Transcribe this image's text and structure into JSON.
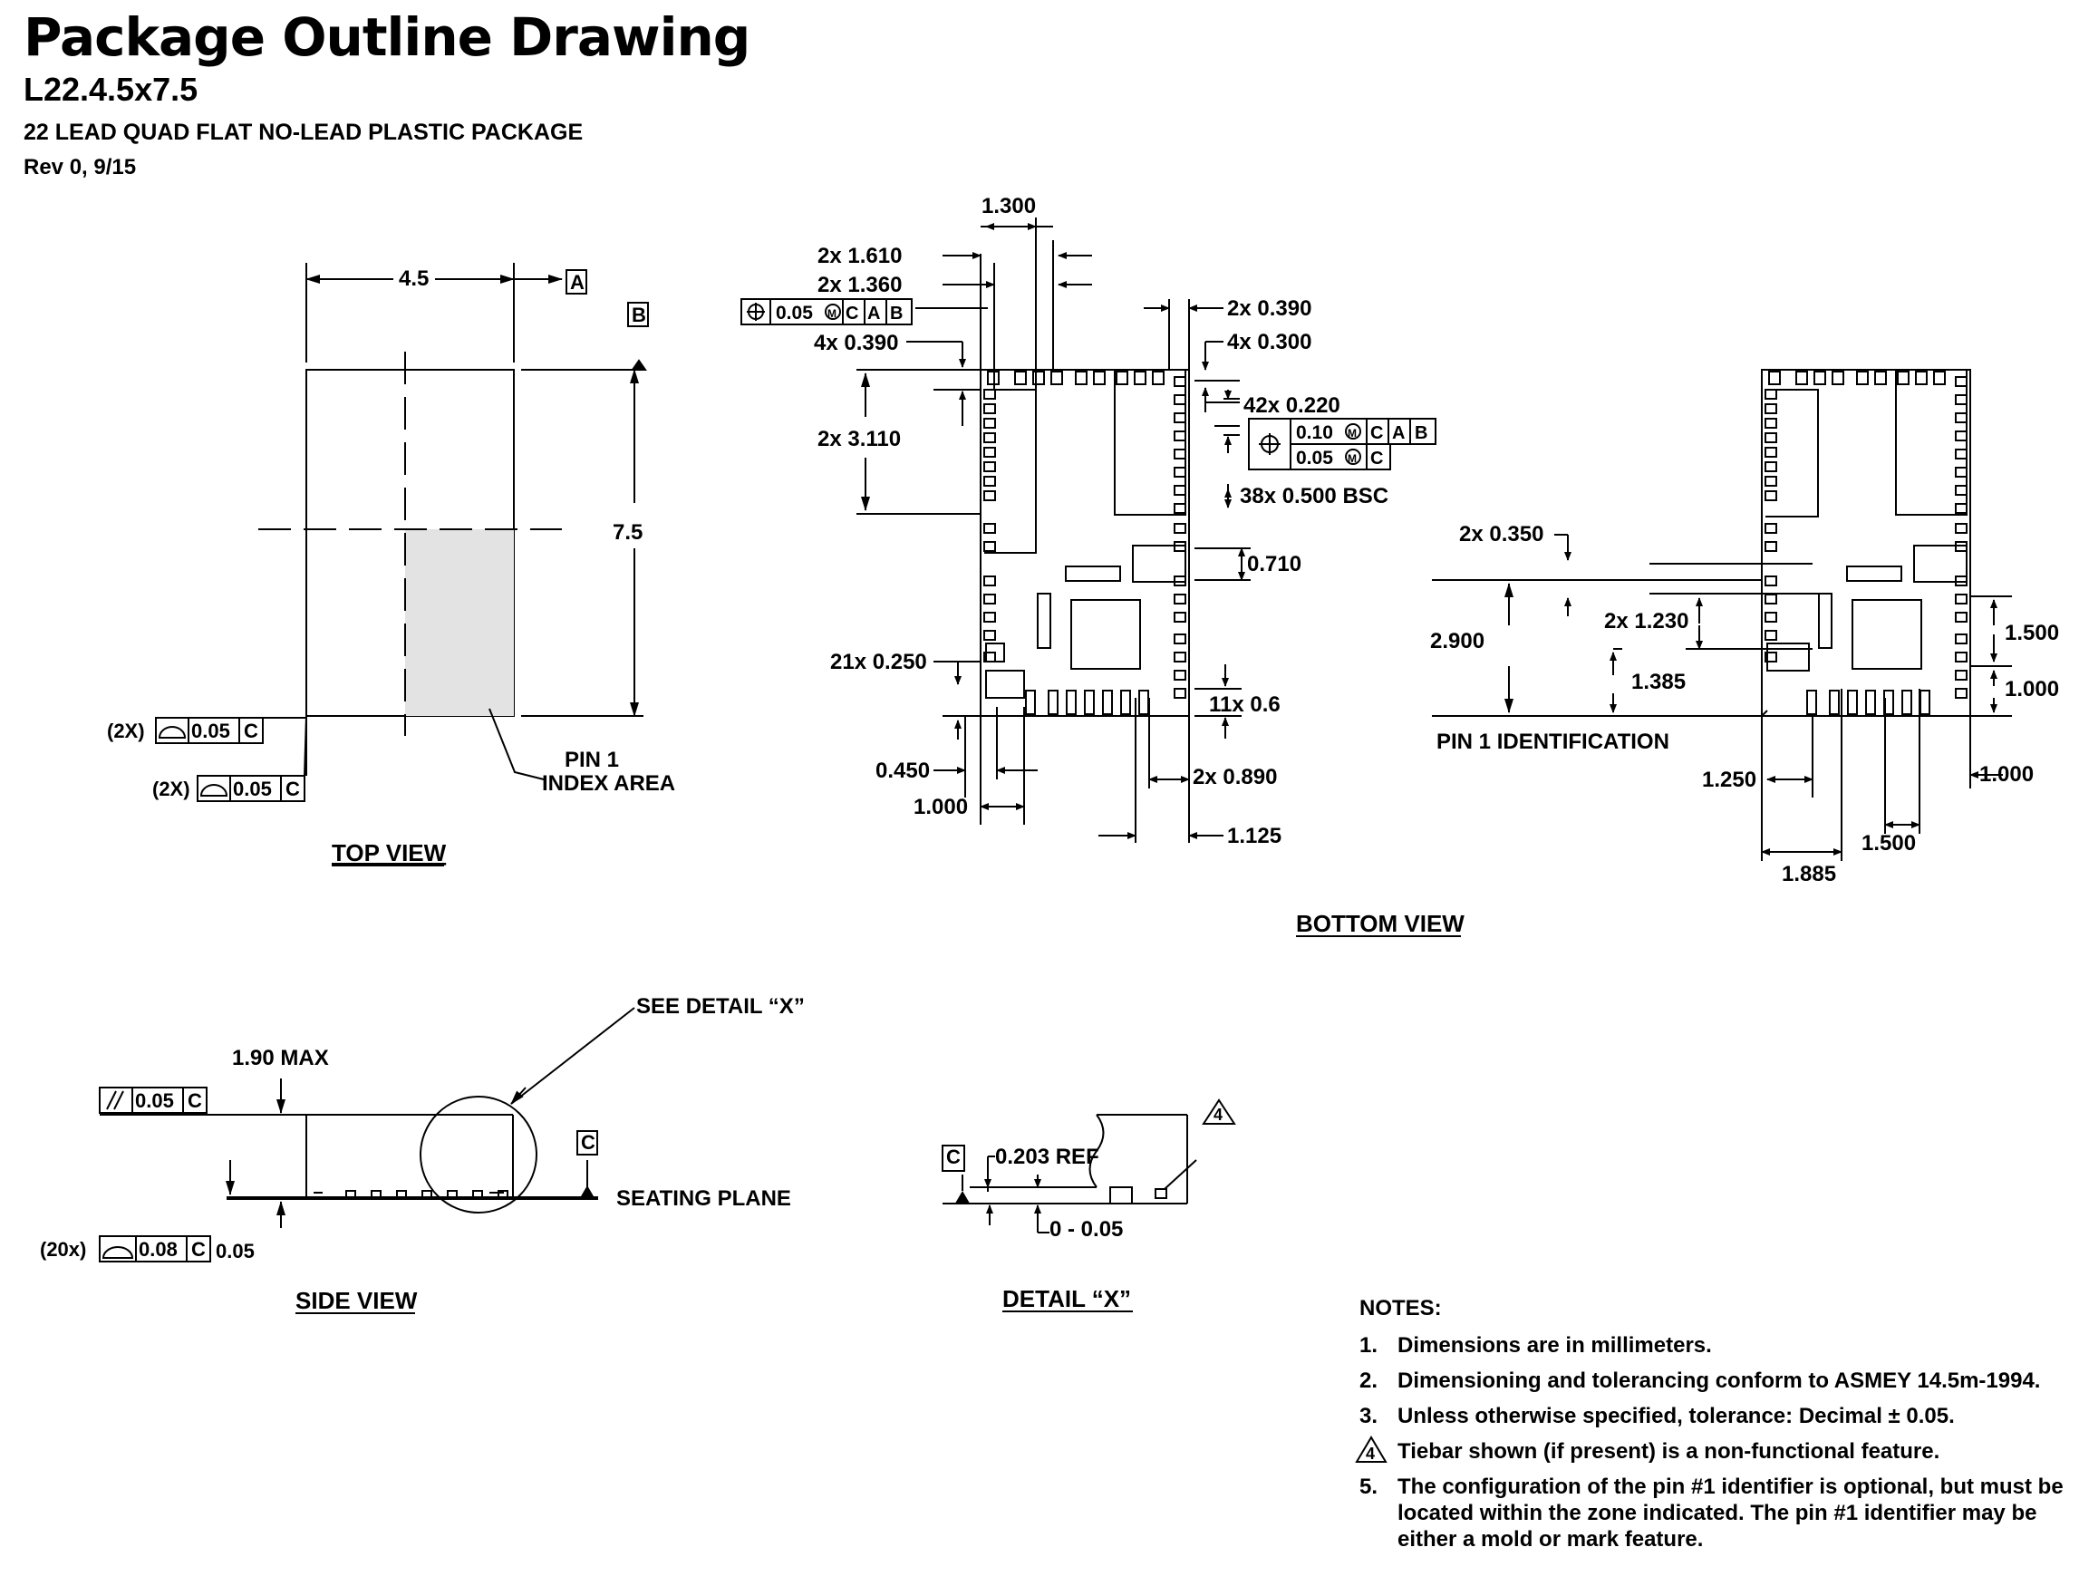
{
  "header": {
    "title": "Package Outline Drawing",
    "part_number": "L22.4.5x7.5",
    "description": "22 LEAD QUAD FLAT NO-LEAD PLASTIC PACKAGE",
    "revision": "Rev 0, 9/15"
  },
  "top_view": {
    "caption": "TOP VIEW",
    "width_dim": "4.5",
    "height_dim": "7.5",
    "datum_a": "A",
    "datum_b": "B",
    "pin1_label_line1": "PIN 1",
    "pin1_label_line2": "INDEX AREA",
    "fcf1_count": "(2X)",
    "fcf1_value": "0.05",
    "fcf1_datum": "C",
    "fcf2_count": "(2X)",
    "fcf2_value": "0.05",
    "fcf2_datum": "C"
  },
  "bottom_view": {
    "caption": "BOTTOM VIEW",
    "dims": {
      "d1300": "1.300",
      "d1610": "2x 1.610",
      "d1360": "2x 1.360",
      "d0390a": "4x 0.390",
      "d3110": "2x 3.110",
      "d0250": "21x 0.250",
      "d0450": "0.450",
      "d1000a": "1.000",
      "d0390b": "2x 0.390",
      "d0300": "4x 0.300",
      "d0220": "42x 0.220",
      "d0500": "38x 0.500 BSC",
      "d0710": "0.710",
      "d06": "11x 0.6",
      "d0890": "2x 0.890",
      "d1125": "1.125",
      "d0350": "2x 0.350",
      "d2900": "2.900",
      "d1230": "2x 1.230",
      "d1385": "1.385",
      "d1500a": "1.500",
      "d1000b": "1.000",
      "d1250": "1.250",
      "d1000c": "1.000",
      "d1500b": "1.500",
      "d1885": "1.885"
    },
    "pin1_identification": "PIN 1 IDENTIFICATION",
    "fcf_position_value": "0.05",
    "fcf_position_datums": [
      "C",
      "A",
      "B"
    ],
    "fcf_lead_value1": "0.10",
    "fcf_lead_datums1": [
      "C",
      "A",
      "B"
    ],
    "fcf_lead_value2": "0.05",
    "fcf_lead_datums2": [
      "C"
    ],
    "mmc_symbol": "M"
  },
  "side_view": {
    "caption": "SIDE VIEW",
    "max_height": "1.90 MAX",
    "see_detail": "SEE DETAIL “X”",
    "seating_plane": "SEATING PLANE",
    "datum_c": "C",
    "parallel_value": "0.05",
    "parallel_datum": "C",
    "coplanarity_count": "(20x)",
    "coplanarity_value": "0.08",
    "coplanarity_datum": "C",
    "standoff": "0.05"
  },
  "detail_x": {
    "caption": "DETAIL  “X”",
    "datum_c": "C",
    "ref": "0.203 REF",
    "range": "0 - 0.05",
    "note_flag": "4"
  },
  "notes": {
    "heading": "NOTES:",
    "items": [
      {
        "num": "1.",
        "text": "Dimensions are in millimeters."
      },
      {
        "num": "2.",
        "text": "Dimensioning and tolerancing conform to ASMEY 14.5m-1994."
      },
      {
        "num": "3.",
        "text": "Unless otherwise specified, tolerance: Decimal ± 0.05."
      },
      {
        "num": "4",
        "text": "Tiebar shown (if present) is a non-functional feature."
      },
      {
        "num": "5.",
        "text": "The configuration of the pin #1 identifier is optional, but must be located within the zone indicated. The pin #1 identifier may be either a mold or mark feature."
      }
    ]
  }
}
